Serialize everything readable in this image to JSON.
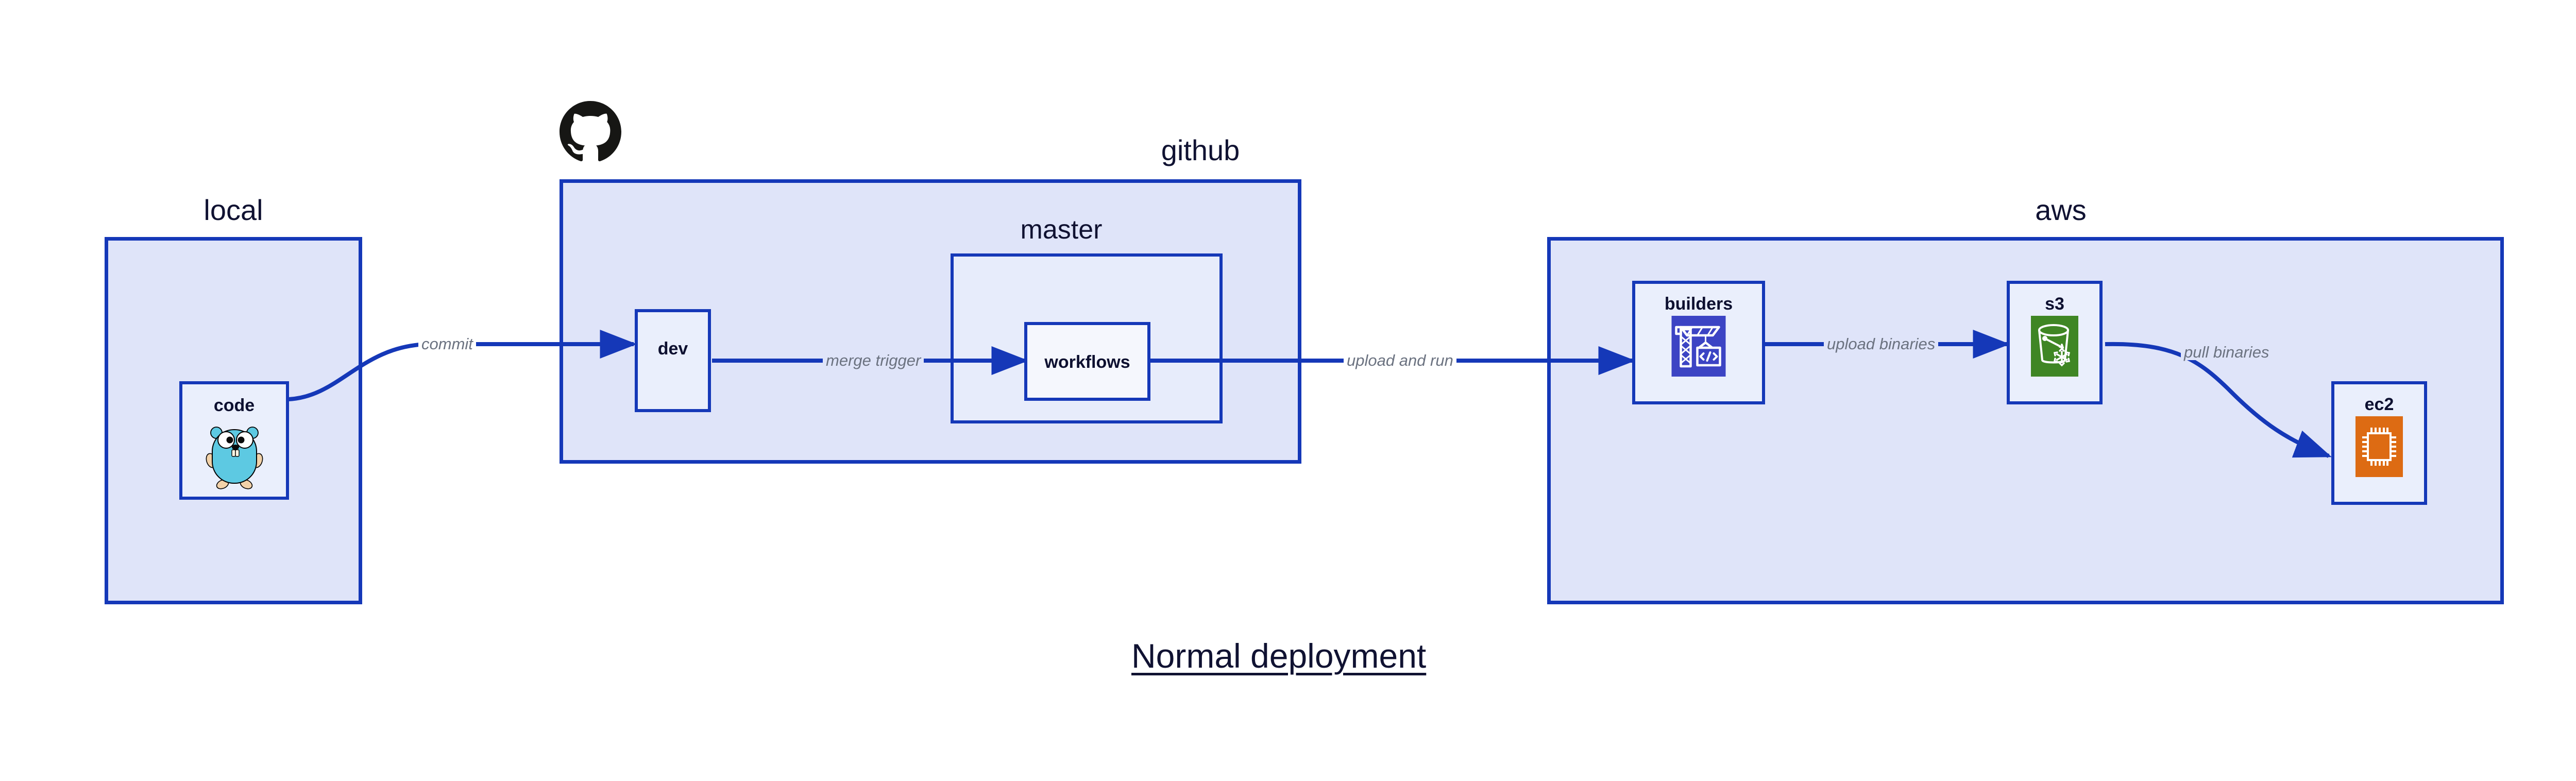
{
  "diagram": {
    "title": "Normal deployment",
    "accent_border": "#1538b8",
    "zone_fill": "#dfe4f9",
    "node_fill": "#eaeffc",
    "label_color": "#101232",
    "edge_label_color": "#6b7280"
  },
  "zones": [
    {
      "id": "local",
      "label": "local"
    },
    {
      "id": "github",
      "label": "github"
    },
    {
      "id": "aws",
      "label": "aws"
    }
  ],
  "subzones": [
    {
      "id": "master",
      "label": "master"
    }
  ],
  "nodes": [
    {
      "id": "code",
      "label": "code",
      "icon": "go-gopher-icon",
      "icon_color": "#5dc9e2"
    },
    {
      "id": "dev",
      "label": "dev",
      "icon": null,
      "icon_color": null
    },
    {
      "id": "workflows",
      "label": "workflows",
      "icon": null,
      "icon_color": null
    },
    {
      "id": "builders",
      "label": "builders",
      "icon": "aws-codebuild-icon",
      "icon_color": "#3c44c4"
    },
    {
      "id": "s3",
      "label": "s3",
      "icon": "aws-s3-glacier-icon",
      "icon_color": "#3f8624"
    },
    {
      "id": "ec2",
      "label": "ec2",
      "icon": "aws-ec2-icon",
      "icon_color": "#dd6b13"
    }
  ],
  "edges": [
    {
      "id": "commit",
      "label": "commit",
      "from": "code",
      "to": "dev"
    },
    {
      "id": "merge-trigger",
      "label": "merge trigger",
      "from": "dev",
      "to": "workflows"
    },
    {
      "id": "upload-and-run",
      "label": "upload and run",
      "from": "workflows",
      "to": "builders"
    },
    {
      "id": "upload-binaries",
      "label": "upload binaries",
      "from": "builders",
      "to": "s3"
    },
    {
      "id": "pull-binaries",
      "label": "pull binaries",
      "from": "s3",
      "to": "ec2"
    }
  ],
  "logos": [
    {
      "id": "github-logo",
      "name": "github-octocat-icon",
      "color": "#161614"
    }
  ]
}
